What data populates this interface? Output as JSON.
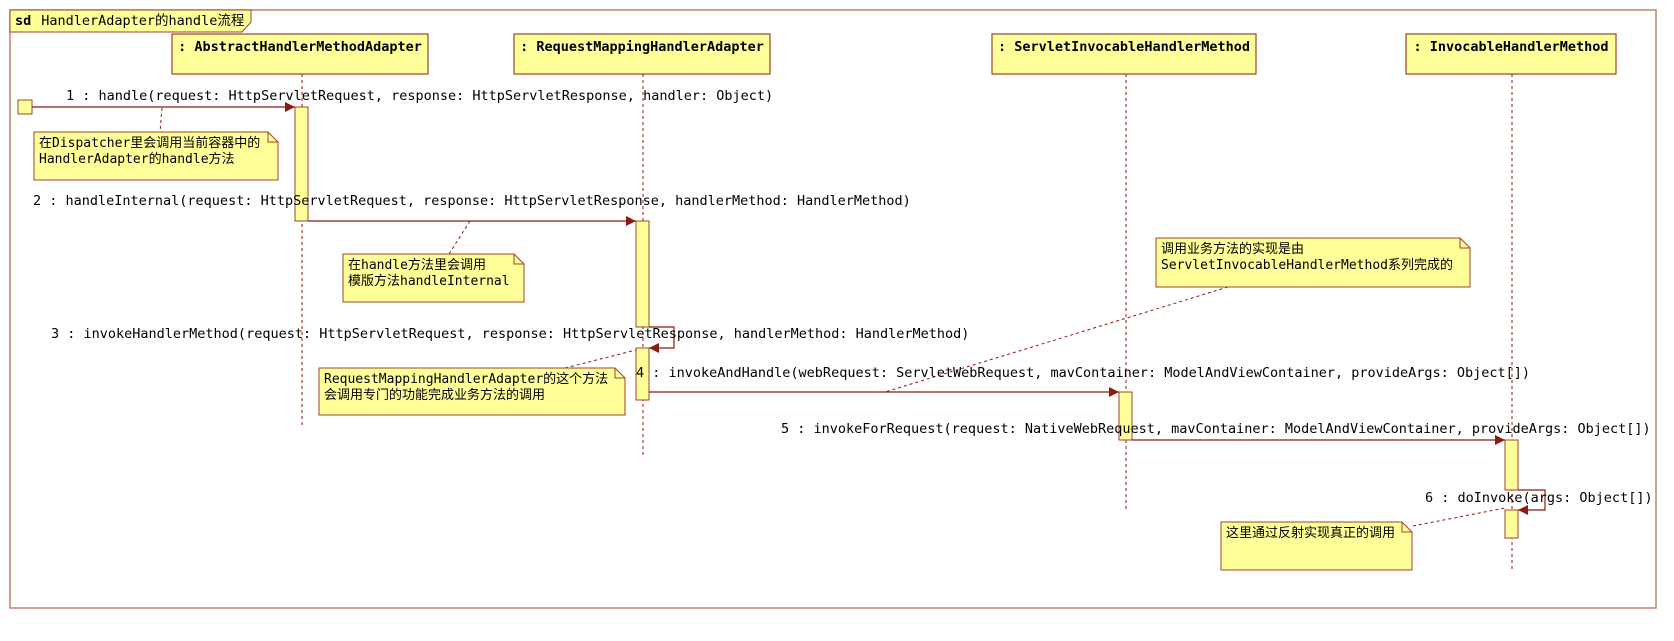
{
  "frame": {
    "keyword": "sd",
    "title": "HandlerAdapter的handle流程"
  },
  "lifelines": [
    {
      "id": "l1",
      "label": ": AbstractHandlerMethodAdapter"
    },
    {
      "id": "l2",
      "label": ": RequestMappingHandlerAdapter"
    },
    {
      "id": "l3",
      "label": ": ServletInvocableHandlerMethod"
    },
    {
      "id": "l4",
      "label": ": InvocableHandlerMethod"
    }
  ],
  "messages": [
    {
      "id": "m1",
      "label": "1 : handle(request: HttpServletRequest, response: HttpServletResponse, handler: Object)",
      "from": "found",
      "to": "l1"
    },
    {
      "id": "m2",
      "label": "2 : handleInternal(request: HttpServletRequest, response: HttpServletResponse, handlerMethod: HandlerMethod)",
      "from": "l1",
      "to": "l2"
    },
    {
      "id": "m3",
      "label": "3 : invokeHandlerMethod(request: HttpServletRequest, response: HttpServletResponse, handlerMethod: HandlerMethod)",
      "from": "l2",
      "to": "l2"
    },
    {
      "id": "m4",
      "label": "4 : invokeAndHandle(webRequest: ServletWebRequest, mavContainer: ModelAndViewContainer, provideArgs: Object[])",
      "from": "l2",
      "to": "l3"
    },
    {
      "id": "m5",
      "label": "5 : invokeForRequest(request: NativeWebRequest, mavContainer: ModelAndViewContainer, provideArgs: Object[])",
      "from": "l3",
      "to": "l4"
    },
    {
      "id": "m6",
      "label": "6 : doInvoke(args: Object[])",
      "from": "l4",
      "to": "l4"
    }
  ],
  "notes": [
    {
      "id": "n1",
      "lines": [
        "在Dispatcher里会调用当前容器中的",
        "HandlerAdapter的handle方法"
      ]
    },
    {
      "id": "n2",
      "lines": [
        "在handle方法里会调用",
        "模版方法handleInternal"
      ]
    },
    {
      "id": "n3",
      "lines": [
        "调用业务方法的实现是由",
        "ServletInvocableHandlerMethod系列完成的"
      ]
    },
    {
      "id": "n4",
      "lines": [
        "RequestMappingHandlerAdapter的这个方法",
        "会调用专门的功能完成业务方法的调用"
      ]
    },
    {
      "id": "n5",
      "lines": [
        "这里通过反射实现真正的调用"
      ]
    }
  ],
  "colors": {
    "fill": "#ffff99",
    "stroke": "#a0442c",
    "line": "#8b1a10",
    "frame": "#c08070"
  }
}
